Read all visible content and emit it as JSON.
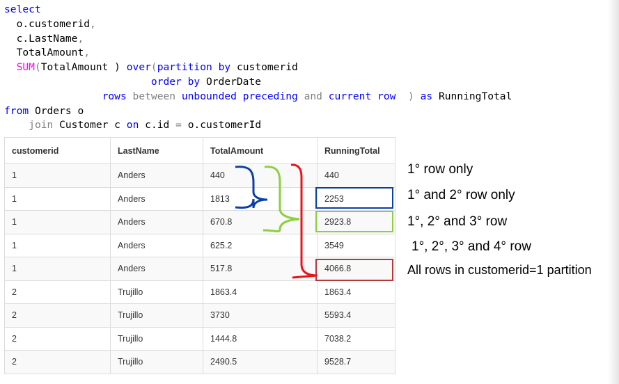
{
  "sql": {
    "l1_select": "select",
    "l2_col1": "o.customerid",
    "comma": ",",
    "l3_col2": "c.LastName",
    "l4_col3": "TotalAmount",
    "l5_sum": "SUM",
    "l5_open": "(",
    "l5_arg": "TotalAmount",
    "l5_close": " )",
    "l5_over": "over",
    "l5_partition": "partition by",
    "l5_customerid": "customerid",
    "l6_orderby": "order by",
    "l6_orderdate": "OrderDate",
    "l7_rows": "rows",
    "l7_between": "between",
    "l7_unbounded": "unbounded preceding",
    "l7_and": "and",
    "l7_current": "current row",
    "l7_close": "  )",
    "l7_as": "as",
    "l7_running": "RunningTotal",
    "l8_from": "from",
    "l8_orders": "Orders o",
    "l9_join": "join",
    "l9_customer": "Customer c",
    "l9_on": "on",
    "l9_cid": "c.id",
    "l9_eq": "=",
    "l9_ocid": "o.customerId"
  },
  "table": {
    "columns": [
      "customerid",
      "LastName",
      "TotalAmount",
      "RunningTotal"
    ],
    "rows": [
      [
        "1",
        "Anders",
        "440",
        "440"
      ],
      [
        "1",
        "Anders",
        "1813",
        "2253"
      ],
      [
        "1",
        "Anders",
        "670.8",
        "2923.8"
      ],
      [
        "1",
        "Anders",
        "625.2",
        "3549"
      ],
      [
        "1",
        "Anders",
        "517.8",
        "4066.8"
      ],
      [
        "2",
        "Trujillo",
        "1863.4",
        "1863.4"
      ],
      [
        "2",
        "Trujillo",
        "3730",
        "5593.4"
      ],
      [
        "2",
        "Trujillo",
        "1444.8",
        "7038.2"
      ],
      [
        "2",
        "Trujillo",
        "2490.5",
        "9528.7"
      ]
    ]
  },
  "annotations": {
    "a1": "1° row only",
    "a2": "1° and 2° row only",
    "a3": "1°, 2° and 3° row",
    "a4": "1°, 2°, 3° and 4° row",
    "a5": "All rows in customerid=1 partition"
  },
  "colors": {
    "blue": "#0a3fa8",
    "green": "#8ccf3f",
    "red": "#e8141c",
    "darkred": "#b33a3a",
    "keyword": "#0000ff",
    "function": "#ff00ff",
    "operator": "#808080"
  }
}
